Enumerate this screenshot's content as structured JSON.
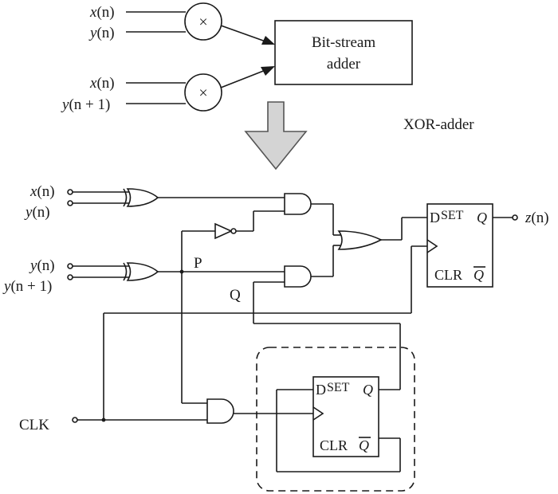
{
  "top": {
    "input1": {
      "x": "x",
      "y": "y",
      "x_arg": "(n)",
      "y_arg": "(n)"
    },
    "input2": {
      "x": "x",
      "y": "y",
      "x_arg": "(n)",
      "y_arg": "(n + 1)"
    },
    "multiply_symbol": "×",
    "adder_line1": "Bit-stream",
    "adder_line2": "adder"
  },
  "caption": "XOR-adder",
  "circuit": {
    "in_x1": "x",
    "in_x1_arg": "(n)",
    "in_y1": "y",
    "in_y1_arg": "(n)",
    "in_y2": "y",
    "in_y2_arg": "(n)",
    "in_y3": "y",
    "in_y3_arg": "(n + 1)",
    "clk": "CLK",
    "label_p": "P",
    "label_q": "Q",
    "output": "z",
    "output_arg": "(n)"
  },
  "flipflop_main": {
    "d": "D",
    "set": "SET",
    "q": "Q",
    "clr": "CLR",
    "qbar": "Q"
  },
  "flipflop_aux": {
    "d": "D",
    "set": "SET",
    "q": "Q",
    "clr": "CLR",
    "qbar": "Q"
  },
  "colors": {
    "line": "#1a1a1a",
    "arrow_fill": "#d4d4d4",
    "arrow_stroke": "#555555"
  }
}
